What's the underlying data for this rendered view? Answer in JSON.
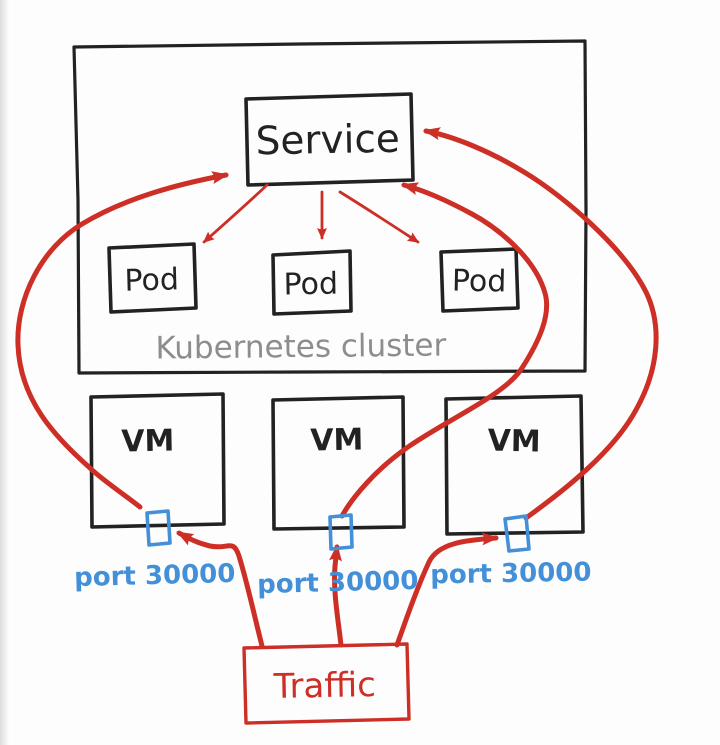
{
  "diagram": {
    "cluster": {
      "label": "Kubernetes cluster"
    },
    "service": {
      "label": "Service"
    },
    "pods": [
      {
        "label": "Pod"
      },
      {
        "label": "Pod"
      },
      {
        "label": "Pod"
      }
    ],
    "vms": [
      {
        "label": "VM",
        "port_label": "port 30000"
      },
      {
        "label": "VM",
        "port_label": "port 30000"
      },
      {
        "label": "VM",
        "port_label": "port 30000"
      }
    ],
    "traffic": {
      "label": "Traffic"
    },
    "edges": [
      {
        "from": "Service",
        "to": "Pod 1"
      },
      {
        "from": "Service",
        "to": "Pod 2"
      },
      {
        "from": "Service",
        "to": "Pod 3"
      },
      {
        "from": "Traffic",
        "to": "port 30000 on VM 1"
      },
      {
        "from": "Traffic",
        "to": "port 30000 on VM 2"
      },
      {
        "from": "Traffic",
        "to": "port 30000 on VM 3"
      },
      {
        "from": "port 30000 on VM 1",
        "to": "Service"
      },
      {
        "from": "port 30000 on VM 2",
        "to": "Service"
      },
      {
        "from": "port 30000 on VM 3",
        "to": "Service"
      }
    ],
    "colors": {
      "ink": "#222222",
      "red": "#cd2f26",
      "blue": "#4390d9",
      "gray": "#8d8d8d",
      "paper": "#fdfdfd"
    }
  }
}
